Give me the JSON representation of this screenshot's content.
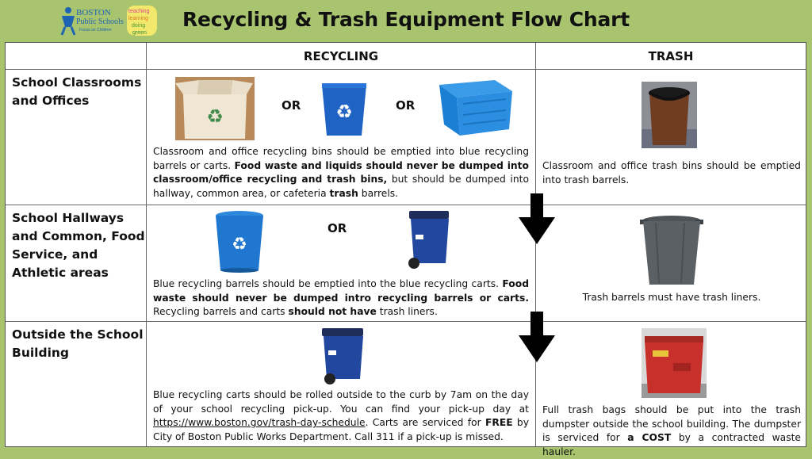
{
  "logo": {
    "line1": "BOSTON",
    "line2": "Public Schools",
    "line3": "Focus on Children",
    "tagline": [
      "teaching",
      "learning",
      "doing",
      "green"
    ]
  },
  "title": "Recycling & Trash Equipment Flow Chart",
  "columns": {
    "recycling": "RECYCLING",
    "trash": "TRASH"
  },
  "rows": [
    {
      "label": "School Classrooms and Offices",
      "or1": "OR",
      "or2": "OR",
      "recycling_text": {
        "p1": "Classroom and office recycling bins should be emptied into blue recycling barrels or carts. ",
        "b1": "Food waste and liquids should never be dumped into classroom/office recycling and trash bins,",
        "p2": " but should be dumped into hallway, common area, or cafeteria ",
        "b2": "trash",
        "p3": " barrels."
      },
      "trash_text": "Classroom and office trash bins should be emptied into trash barrels."
    },
    {
      "label": "School Hallways and Common, Food Service, and Athletic areas",
      "or1": "OR",
      "recycling_text": {
        "p1": "Blue recycling barrels should be emptied into the blue recycling carts. ",
        "b1": "Food waste should never be dumped intro recycling barrels or carts.",
        "p2": " Recycling barrels and carts ",
        "b2": "should not have",
        "p3": " trash liners."
      },
      "trash_text": "Trash barrels must have trash liners."
    },
    {
      "label": "Outside the School Building",
      "recycling_text": {
        "p1": "Blue recycling carts should be rolled outside to the curb by 7am on the day of your school recycling pick-up. You can find your pick-up day at ",
        "link": "https://www.boston.gov/trash-day-schedule",
        "p2": ". Carts are serviced for ",
        "b1": "FREE",
        "p3": " by City of Boston Public Works Department. Call 311 if a pick-up is missed."
      },
      "trash_text": {
        "p1": "Full trash bags should be put into the trash dumpster outside the school building. The dumpster is serviced for ",
        "b1": "a COST",
        "p2": " by a contracted waste hauler."
      }
    }
  ],
  "colors": {
    "background": "#a9c46e",
    "recycle_blue": "#1f6fc9",
    "dumpster_red": "#c8302b"
  }
}
